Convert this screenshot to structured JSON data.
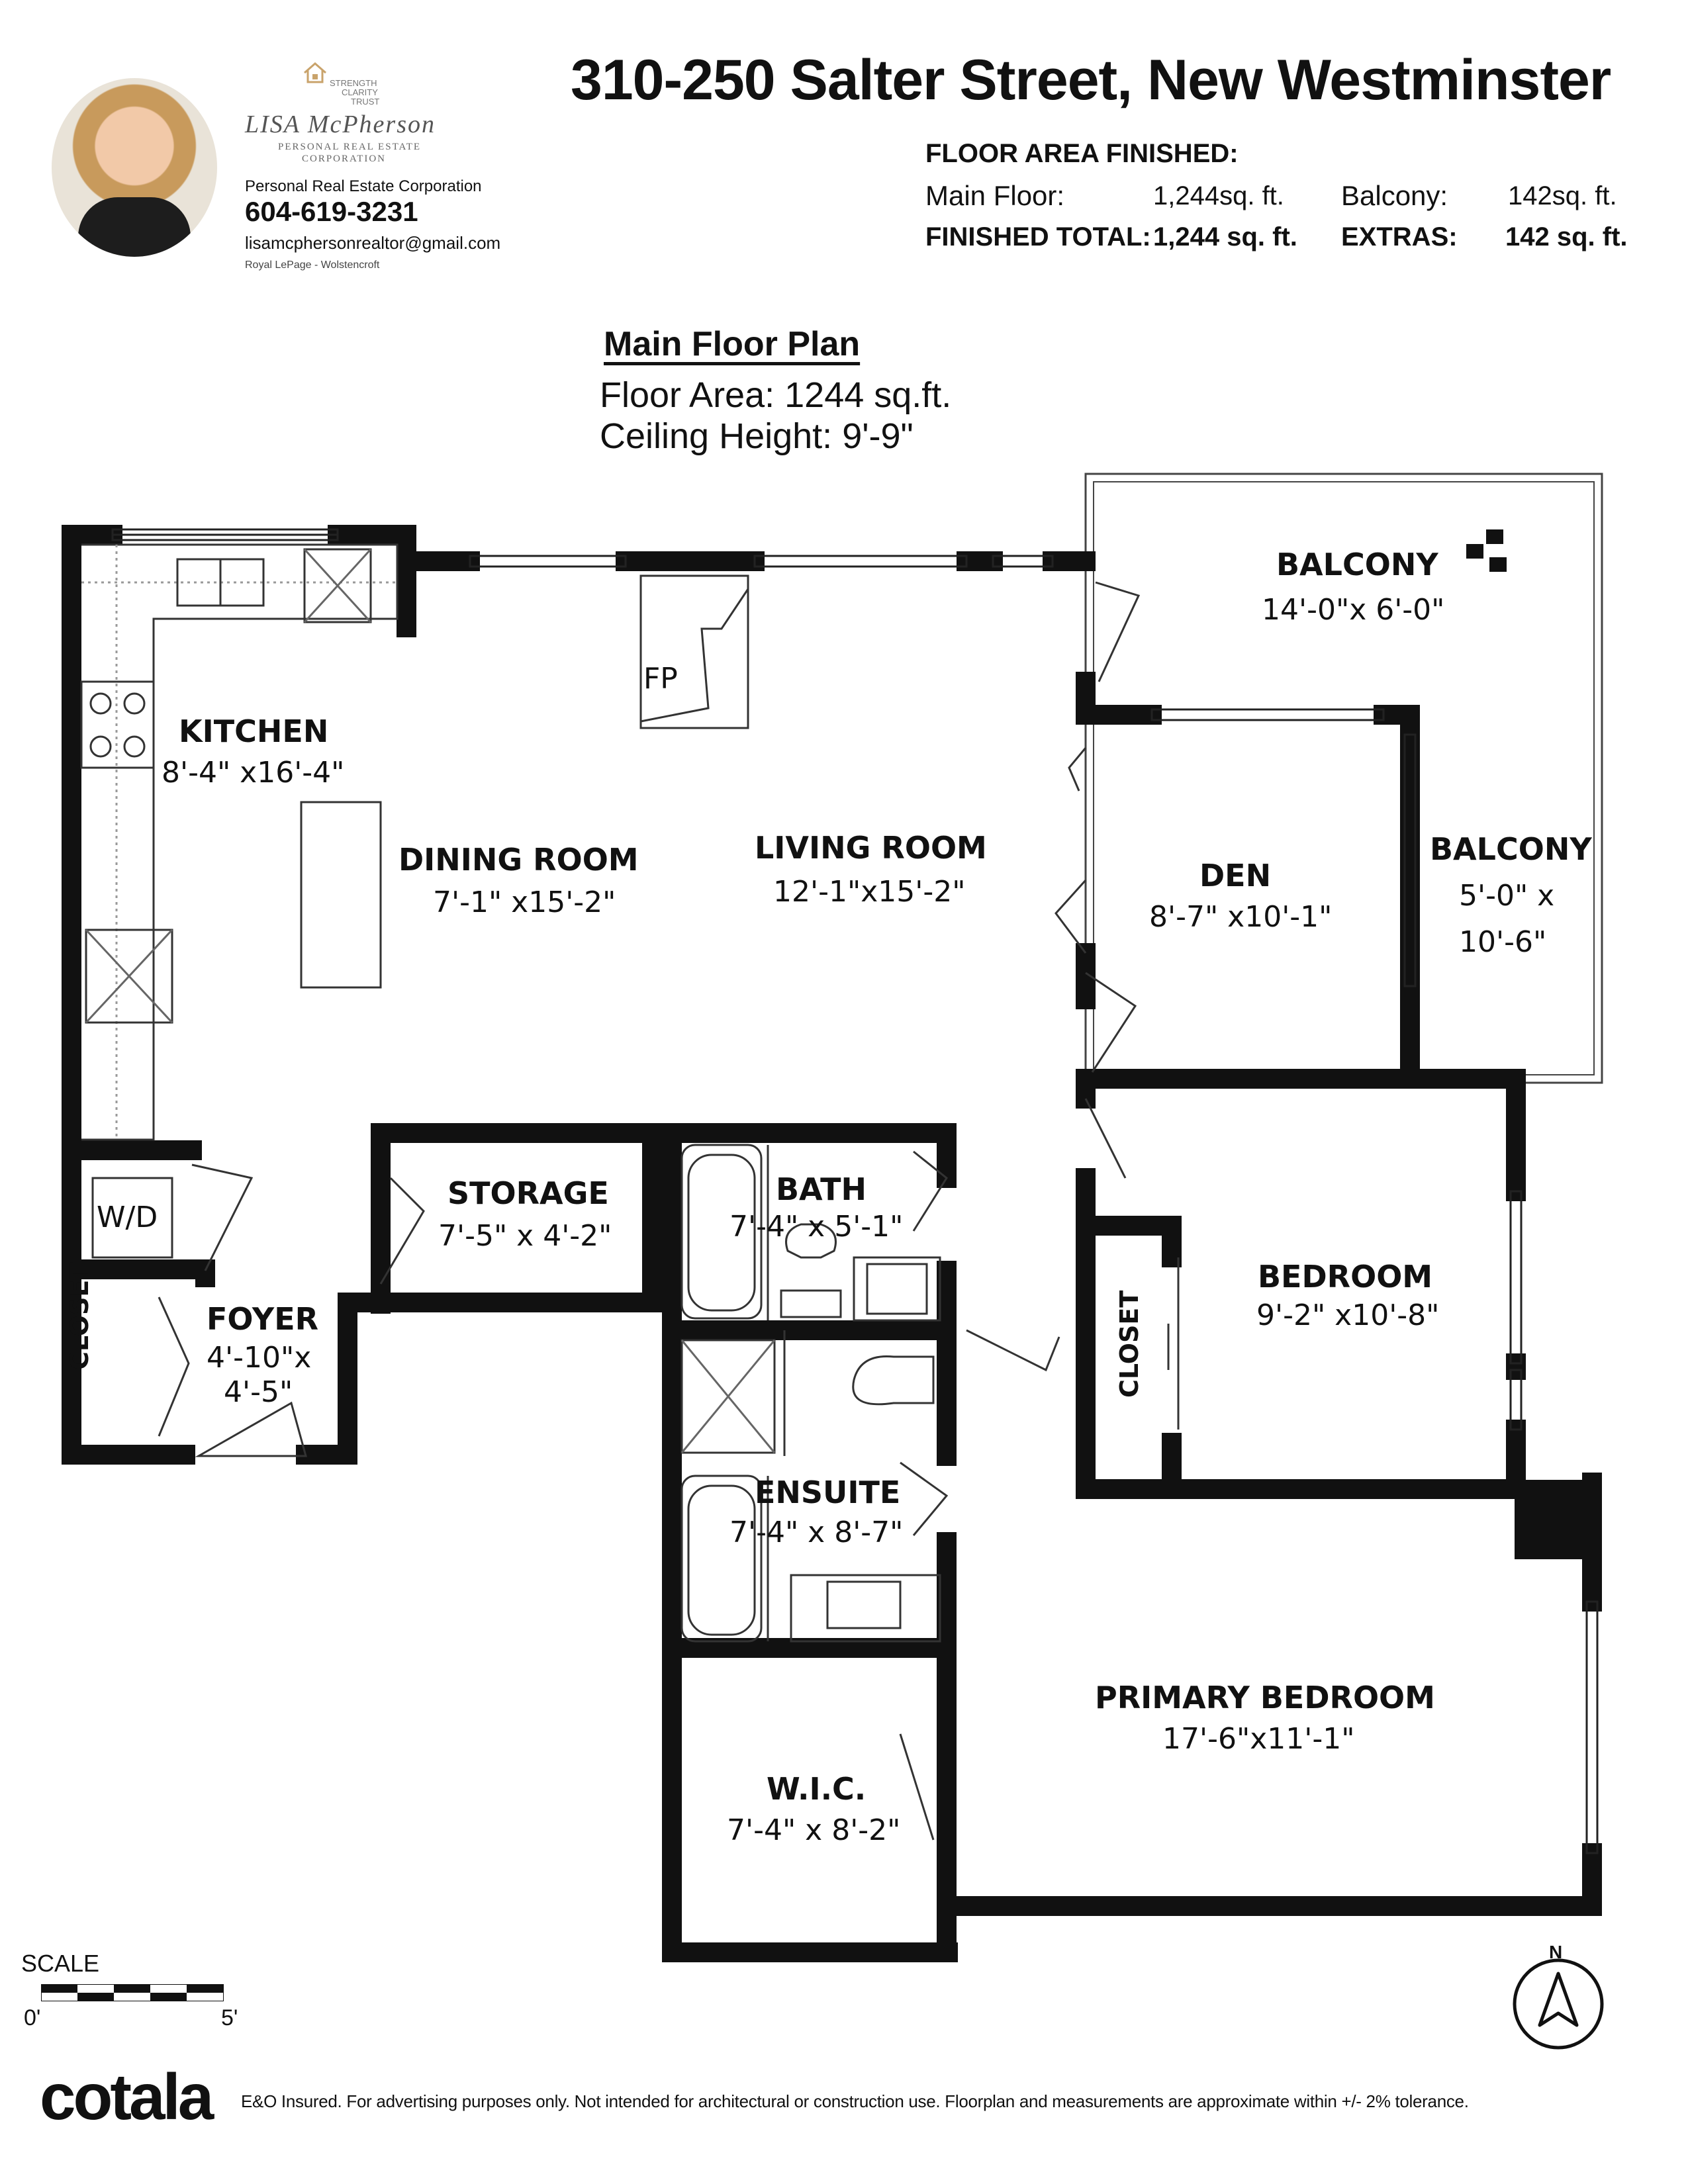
{
  "header": {
    "address": "310-250 Salter Street, New Westminster",
    "floor_area_heading": "FLOOR AREA FINISHED:",
    "main_floor_label": "Main Floor:",
    "main_floor_value": "1,244sq. ft.",
    "balcony_label": "Balcony:",
    "balcony_value": "142sq. ft.",
    "finished_total_label": "FINISHED TOTAL:",
    "finished_total_value": "1,244 sq. ft.",
    "extras_label": "EXTRAS:",
    "extras_value": "142 sq. ft."
  },
  "agent": {
    "logo_tagline_1": "STRENGTH",
    "logo_tagline_2": "CLARITY",
    "logo_tagline_3": "TRUST",
    "logo_name": "LISA McPherson",
    "logo_sub_1": "PERSONAL REAL ESTATE",
    "logo_sub_2": "CORPORATION",
    "title": "Personal Real Estate Corporation",
    "phone": "604-619-3231",
    "email": "lisamcphersonrealtor@gmail.com",
    "brokerage": "Royal LePage - Wolstencroft"
  },
  "plan_heading": {
    "title": "Main Floor Plan",
    "floor_area": "Floor Area: 1244 sq.ft.",
    "ceiling_height": "Ceiling Height: 9'-9\""
  },
  "rooms": {
    "balcony_top": {
      "name": "BALCONY",
      "dims": "14'-0\"x 6'-0\""
    },
    "kitchen": {
      "name": "KITCHEN",
      "dims": "8'-4\" x16'-4\""
    },
    "dining": {
      "name": "DINING ROOM",
      "dims": "7'-1\" x15'-2\""
    },
    "living": {
      "name": "LIVING ROOM",
      "dims": "12'-1\"x15'-2\""
    },
    "den": {
      "name": "DEN",
      "dims": "8'-7\" x10'-1\""
    },
    "balcony_side": {
      "name": "BALCONY",
      "dims_1": "5'-0\" x",
      "dims_2": "10'-6\""
    },
    "storage": {
      "name": "STORAGE",
      "dims": "7'-5\" x 4'-2\""
    },
    "bath": {
      "name": "BATH",
      "dims": "7'-4\" x 5'-1\""
    },
    "wd": {
      "name": "W/D"
    },
    "foyer": {
      "name": "FOYER",
      "dims_1": "4'-10\"x",
      "dims_2": "4'-5\""
    },
    "closet_foyer": {
      "name": "CLOSET"
    },
    "closet_bedroom": {
      "name": "CLOSET"
    },
    "bedroom": {
      "name": "BEDROOM",
      "dims": "9'-2\" x10'-8\""
    },
    "ensuite": {
      "name": "ENSUITE",
      "dims": "7'-4\" x 8'-7\""
    },
    "primary": {
      "name": "PRIMARY BEDROOM",
      "dims": "17'-6\"x11'-1\""
    },
    "wic": {
      "name": "W.I.C.",
      "dims": "7'-4\" x 8'-2\""
    },
    "fireplace": {
      "name": "FP"
    }
  },
  "scale": {
    "label": "SCALE",
    "start": "0'",
    "end": "5'"
  },
  "compass": {
    "north": "N"
  },
  "footer": {
    "brand": "cotala",
    "disclaimer": "E&O Insured. For advertising purposes only. Not intended for architectural or construction use. Floorplan and measurements are approximate within +/- 2% tolerance."
  }
}
